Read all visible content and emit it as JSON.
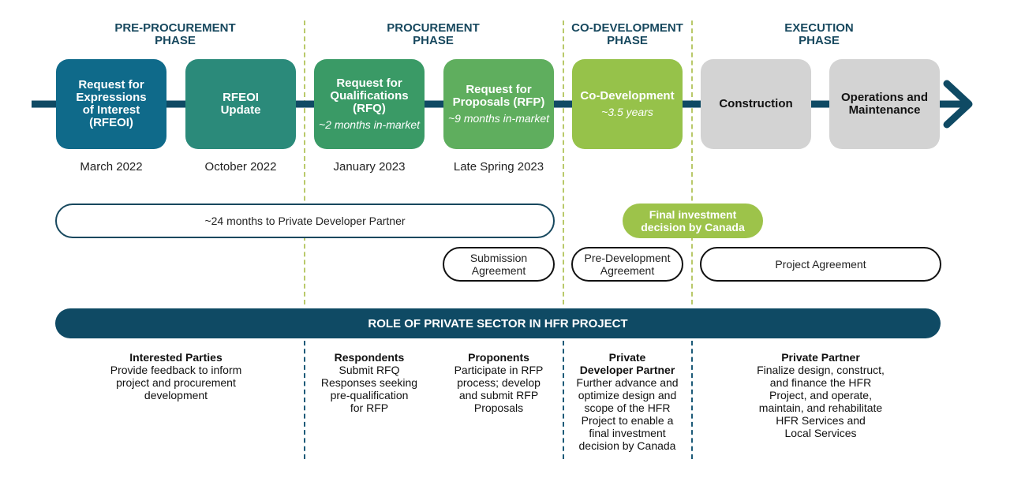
{
  "phases": [
    {
      "line1": "PRE-PROCUREMENT",
      "line2": "PHASE"
    },
    {
      "line1": "PROCUREMENT",
      "line2": "PHASE"
    },
    {
      "line1": "CO-DEVELOPMENT",
      "line2": "PHASE"
    },
    {
      "line1": "EXECUTION",
      "line2": "PHASE"
    }
  ],
  "steps": [
    {
      "lines": [
        "Request for",
        "Expressions",
        "of Interest",
        "(RFEOI)"
      ],
      "sub": "",
      "date": "March 2022",
      "color": "#0f6a8a"
    },
    {
      "lines": [
        "RFEOI",
        "Update"
      ],
      "sub": "",
      "date": "October 2022",
      "color": "#2b8a7a"
    },
    {
      "lines": [
        "Request for",
        "Qualifications (RFQ)"
      ],
      "sub": "~2 months in-market",
      "date": "January 2023",
      "color": "#3a9a66"
    },
    {
      "lines": [
        "Request for",
        "Proposals (RFP)"
      ],
      "sub": "~9 months in-market",
      "date": "Late Spring 2023",
      "color": "#5fae5e"
    },
    {
      "lines": [
        "Co-Development"
      ],
      "sub": "~3.5 years",
      "date": "",
      "color": "#96c24a"
    },
    {
      "lines": [
        "Construction"
      ],
      "sub": "",
      "date": "",
      "color": "#d3d3d3"
    },
    {
      "lines": [
        "Operations and",
        "Maintenance"
      ],
      "sub": "",
      "date": "",
      "color": "#d3d3d3"
    }
  ],
  "timeline_pill": "~24 months to Private Developer Partner",
  "final_investment": {
    "line1": "Final investment",
    "line2": "decision by Canada"
  },
  "agreements": {
    "submission": {
      "line1": "Submission",
      "line2": "Agreement"
    },
    "predevelopment": {
      "line1": "Pre-Development",
      "line2": "Agreement"
    },
    "project": "Project Agreement"
  },
  "banner": "ROLE OF PRIVATE SECTOR IN HFR PROJECT",
  "roles": [
    {
      "title": [
        "Interested Parties"
      ],
      "body": [
        "Provide feedback to inform",
        "project and procurement",
        "development"
      ]
    },
    {
      "title": [
        "Respondents"
      ],
      "body": [
        "Submit RFQ",
        "Responses seeking",
        "pre-qualification",
        "for RFP"
      ]
    },
    {
      "title": [
        "Proponents"
      ],
      "body": [
        "Participate in RFP",
        "process; develop",
        "and submit RFP",
        "Proposals"
      ]
    },
    {
      "title": [
        "Private",
        "Developer Partner"
      ],
      "body": [
        "Further advance and",
        "optimize design and",
        "scope of the HFR",
        "Project to enable a",
        "final investment",
        "decision by Canada"
      ]
    },
    {
      "title": [
        "Private Partner"
      ],
      "body": [
        "Finalize design, construct,",
        "and finance the HFR",
        "Project, and operate,",
        "maintain, and rehabilitate",
        "HFR Services and",
        "Local Services"
      ]
    }
  ],
  "colors": {
    "navy": "#0f4a64",
    "green": "#9dc34a",
    "dash_green": "#b9c96a"
  }
}
